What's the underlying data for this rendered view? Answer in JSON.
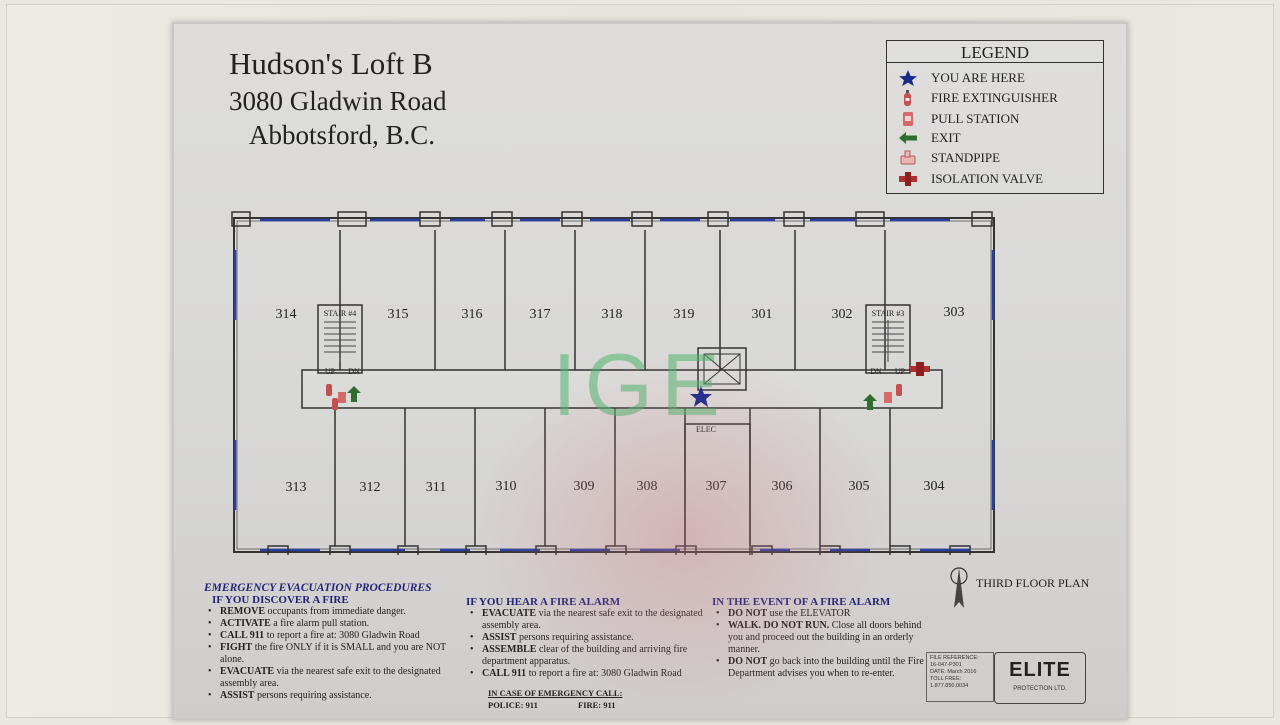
{
  "title": {
    "line1": "Hudson's Loft B",
    "line2": "3080 Gladwin Road",
    "line3": "Abbotsford, B.C."
  },
  "legend": {
    "title": "LEGEND",
    "items": [
      {
        "label": "YOU ARE HERE",
        "icon": "star-icon",
        "color": "#1a2a8c"
      },
      {
        "label": "FIRE EXTINGUISHER",
        "icon": "fire-extinguisher-icon",
        "color": "#b84040"
      },
      {
        "label": "PULL STATION",
        "icon": "pull-station-icon",
        "color": "#c45050"
      },
      {
        "label": "EXIT",
        "icon": "exit-arrow-icon",
        "color": "#2f6e2f"
      },
      {
        "label": "STANDPIPE",
        "icon": "standpipe-icon",
        "color": "#c06060"
      },
      {
        "label": "ISOLATION VALVE",
        "icon": "isolation-valve-icon",
        "color": "#b03030"
      }
    ]
  },
  "floorplan": {
    "rooms_top": [
      "314",
      "315",
      "316",
      "317",
      "318",
      "319",
      "301",
      "302",
      "303"
    ],
    "rooms_bottom": [
      "313",
      "312",
      "311",
      "310",
      "309",
      "308",
      "307",
      "306",
      "305",
      "304"
    ],
    "stair_left": "STAIR #4",
    "stair_right": "STAIR #3",
    "up": "UP",
    "dn": "DN",
    "elevator": "ELEC",
    "watermark": "IGE"
  },
  "north_label": "THIRD FLOOR PLAN",
  "procedures": {
    "heading": "EMERGENCY EVACUATION PROCEDURES",
    "col1": {
      "heading": "IF YOU DISCOVER A FIRE",
      "items": [
        {
          "b": "REMOVE",
          "t": " occupants from immediate danger."
        },
        {
          "b": "ACTIVATE",
          "t": " a fire alarm pull station."
        },
        {
          "b": "CALL 911",
          "t": " to report a fire at: 3080 Gladwin Road"
        },
        {
          "b": "FIGHT",
          "t": " the fire ONLY if it is SMALL and you are NOT alone."
        },
        {
          "b": "EVACUATE",
          "t": " via the nearest safe exit to the designated assembly area."
        },
        {
          "b": "ASSIST",
          "t": " persons requiring assistance."
        }
      ]
    },
    "col2": {
      "heading": "IF YOU HEAR A FIRE ALARM",
      "items": [
        {
          "b": "EVACUATE",
          "t": " via the nearest safe exit to the designated assembly area."
        },
        {
          "b": "ASSIST",
          "t": " persons requiring assistance."
        },
        {
          "b": "ASSEMBLE",
          "t": " clear of the building and arriving fire department apparatus."
        },
        {
          "b": "CALL 911",
          "t": " to report a fire at: 3080 Gladwin Road"
        }
      ],
      "emergency_heading": "IN CASE OF EMERGENCY CALL:",
      "police": "POLICE:   911",
      "fire": "FIRE:   911"
    },
    "col3": {
      "heading": "IN THE EVENT OF A FIRE ALARM",
      "items": [
        {
          "b": "DO NOT",
          "t": " use the ELEVATOR"
        },
        {
          "b": "WALK. DO NOT RUN.",
          "t": " Close all doors behind you and proceed out the building in an orderly manner."
        },
        {
          "b": "DO NOT",
          "t": " go back into the building until the Fire Department advises you when to re-enter."
        }
      ]
    }
  },
  "footer": {
    "file_ref_label": "FILE REFERENCE:",
    "file_ref": "16-047-P301",
    "date_label": "DATE:",
    "date": "March 2016",
    "toll_label": "TOLL FREE:",
    "toll": "1.877.850.0034",
    "brand": "ELITE",
    "brand_sub": "PROTECTION LTD."
  }
}
